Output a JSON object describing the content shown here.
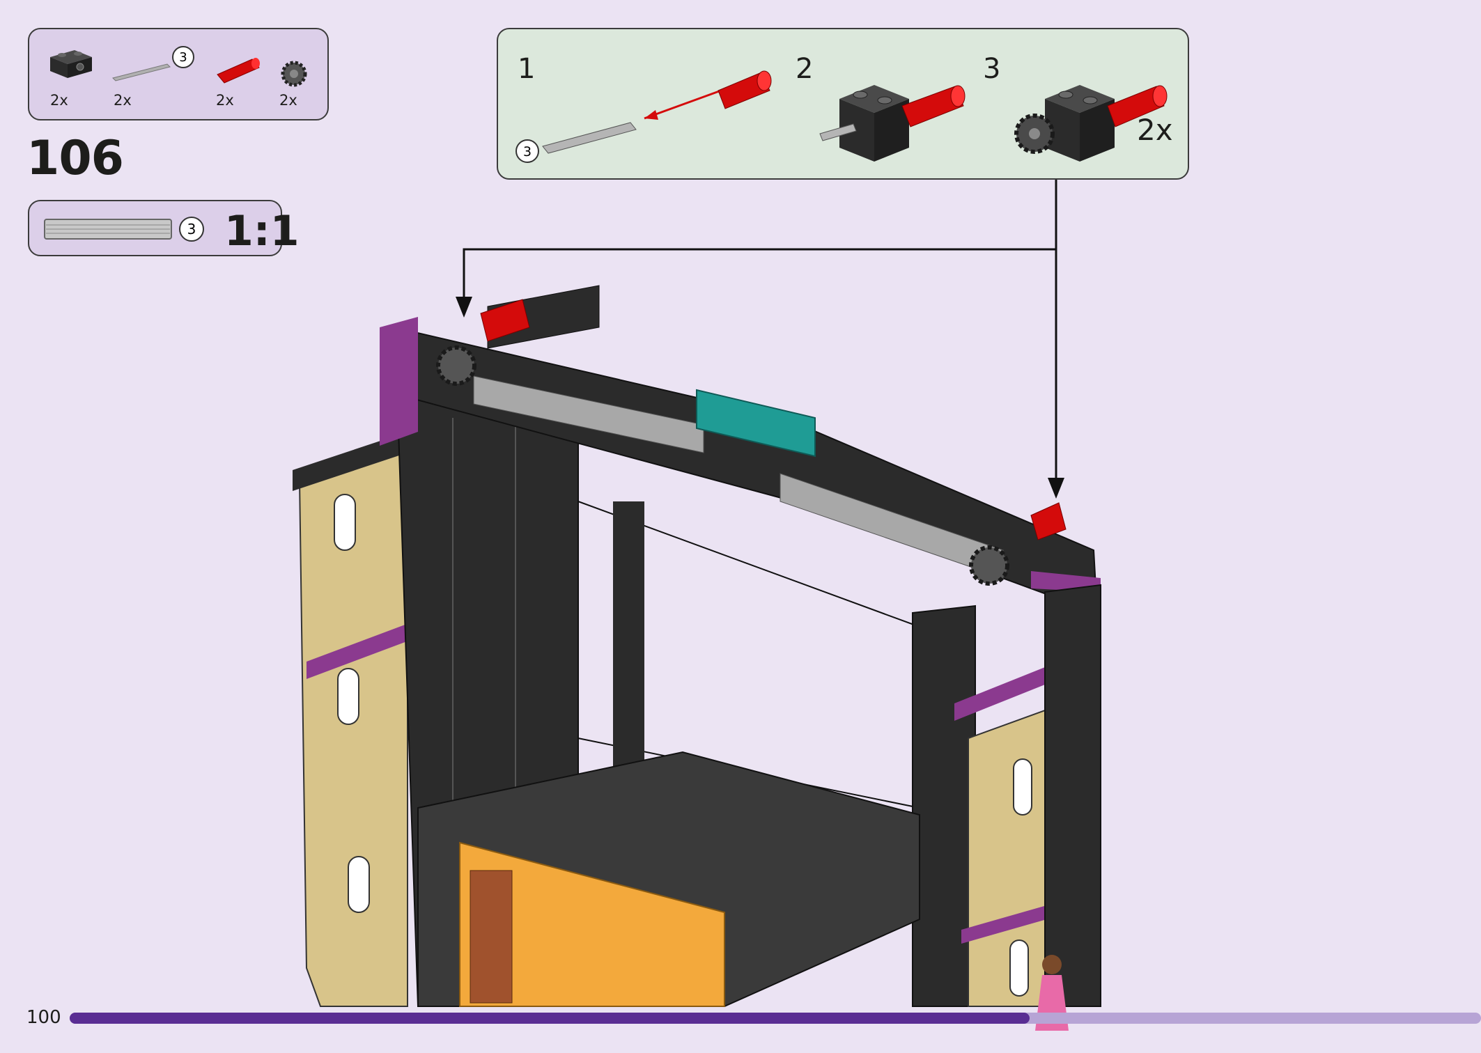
{
  "parts_list": {
    "items": [
      {
        "name": "black-technic-brick",
        "qty": "2x"
      },
      {
        "name": "gray-axle-3",
        "qty": "2x",
        "length": "3"
      },
      {
        "name": "red-axle-connector",
        "qty": "2x"
      },
      {
        "name": "black-gear",
        "qty": "2x"
      }
    ]
  },
  "step": {
    "number": "106"
  },
  "scale_callout": {
    "length": "3",
    "ratio": "1:1"
  },
  "subassembly": {
    "steps": [
      "1",
      "2",
      "3"
    ],
    "axle_length": "3",
    "multiplier": "2x"
  },
  "footer": {
    "page_number": "100",
    "progress": 0.68
  },
  "colors": {
    "background": "#ebe3f3",
    "panel": "#dccfe9",
    "subassembly_panel": "#dce8dc",
    "progress_fill": "#5a2d93",
    "progress_track": "#b7a4d5",
    "brick_black": "#2b2b2b",
    "brick_tan": "#d8c48a",
    "brick_purple": "#8b3a8f",
    "brick_teal": "#1f9c95",
    "brick_red": "#d40b0b",
    "brick_gray": "#a8a8a8"
  }
}
